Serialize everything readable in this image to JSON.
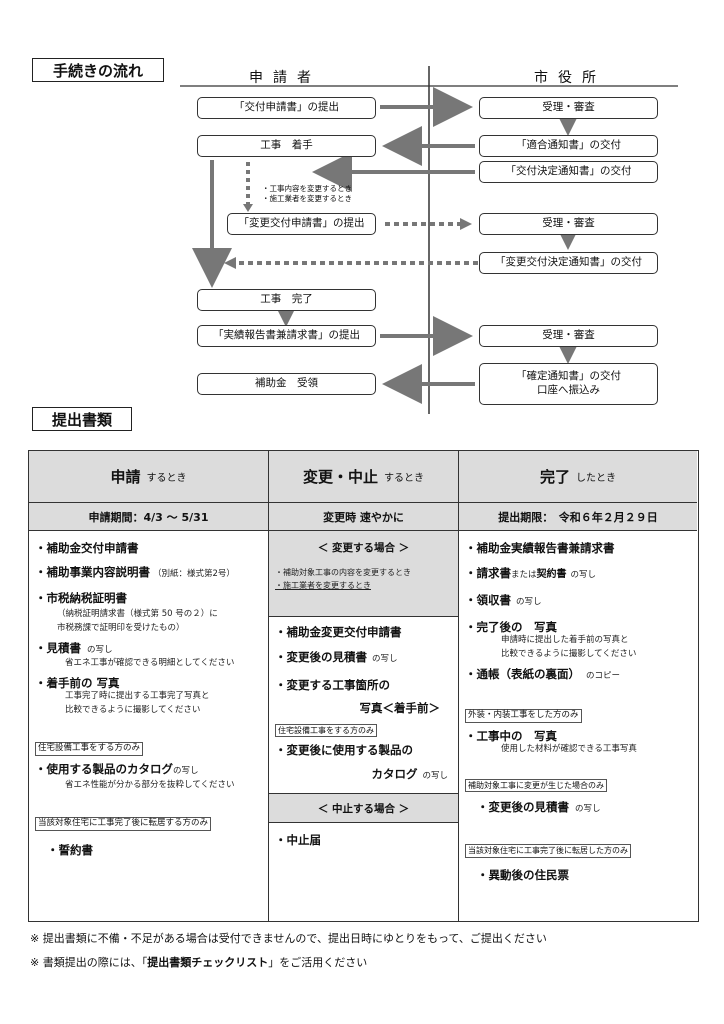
{
  "sections": {
    "flow_title": "手続きの流れ",
    "docs_title": "提出書類"
  },
  "flow": {
    "applicant_header": "申請者",
    "city_header": "市役所",
    "submit_application": "「交付申請書」の提出",
    "review1": "受理・審査",
    "construction_start": "工事　着手",
    "compliance_notice": "「適合通知書」の交付",
    "decision_notice": "「交付決定通知書」の交付",
    "change_cond1": "・工事内容を変更するとき",
    "change_cond2": "・施工業者を変更するとき",
    "submit_change": "「変更交付申請書」の提出",
    "review2": "受理・審査",
    "change_decision_notice": "「変更交付決定通知書」の交付",
    "construction_done": "工事　完了",
    "submit_report": "「実績報告書兼請求書」の提出",
    "review3": "受理・審査",
    "subsidy_receive": "補助金　受領",
    "confirm_notice_1": "「確定通知書」の交付",
    "confirm_notice_2": "口座へ振込み"
  },
  "table": {
    "col1": {
      "title": "申請",
      "title_suffix": "するとき",
      "period": "申請期間：4/3 ～ 5/31",
      "i1": "・補助金交付申請書",
      "i2": "・補助事業内容説明書",
      "i2s": "（別紙：様式第2号）",
      "i3": "・市税納税証明書",
      "i3s1": "（納税証明請求書（様式第 50 号の２）に",
      "i3s2": "市税務課で証明印を受けたもの）",
      "i4": "・見積書",
      "i4s": "の写し",
      "i4n": "省エネ工事が確認できる明細としてください",
      "i5a": "・着手前の",
      "i5b": "写真",
      "i5n1": "工事完了時に提出する工事完了写真と",
      "i5n2": "比較できるように撮影してください",
      "tag1": "住宅設備工事をする方のみ",
      "i6": "・使用する製品のカタログ",
      "i6s": "の写し",
      "i6n": "省エネ性能が分かる部分を抜粋してください",
      "tag2": "当該対象住宅に工事完了後に転居する方のみ",
      "i7": "・誓約書"
    },
    "col2": {
      "title": "変更・中止",
      "title_suffix": "するとき",
      "period": "変更時 速やかに",
      "change_case": "＜ 変更する場合 ＞",
      "cond1": "・補助対象工事の内容を変更するとき",
      "cond2": "・施工業者を変更するとき",
      "i1": "・補助金変更交付申請書",
      "i2": "・変更後の見積書",
      "i2s": "の写し",
      "i3a": "・変更する工事箇所の",
      "i3b": "写真＜着手前＞",
      "tag1": "住宅設備工事をする方のみ",
      "i4a": "・変更後に使用する製品の",
      "i4b": "カタログ",
      "i4s": "の写し",
      "cancel_case": "＜ 中止する場合 ＞",
      "i5": "・中止届"
    },
    "col3": {
      "title": "完了",
      "title_suffix": "したとき",
      "period": "提出期限：　令和６年２月２９日",
      "i1": "・補助金実績報告書兼請求書",
      "i2": "・請求書",
      "i2m": "または",
      "i2b": "契約書",
      "i2s": "の写し",
      "i3": "・領収書",
      "i3s": "の写し",
      "i4": "・完了後の　写真",
      "i4n1": "申請時に提出した着手前の写真と",
      "i4n2": "比較できるように撮影してください",
      "i5": "・通帳（表紙の裏面）",
      "i5s": "のコピー",
      "tag1": "外装・内装工事をした方のみ",
      "i6": "・工事中の　写真",
      "i6n": "使用した材料が確認できる工事写真",
      "tag2": "補助対象工事に変更が生じた場合のみ",
      "i7": "・変更後の見積書",
      "i7s": "の写し",
      "tag3": "当該対象住宅に工事完了後に転居した方のみ",
      "i8": "・異動後の住民票"
    }
  },
  "notes": {
    "n1": "※ 提出書類に不備・不足がある場合は受付できませんので、提出日時にゆとりをもって、ご提出ください",
    "n2a": "※ 書類提出の際には、「",
    "n2b": "提出書類チェックリスト",
    "n2c": "」をご活用ください"
  }
}
